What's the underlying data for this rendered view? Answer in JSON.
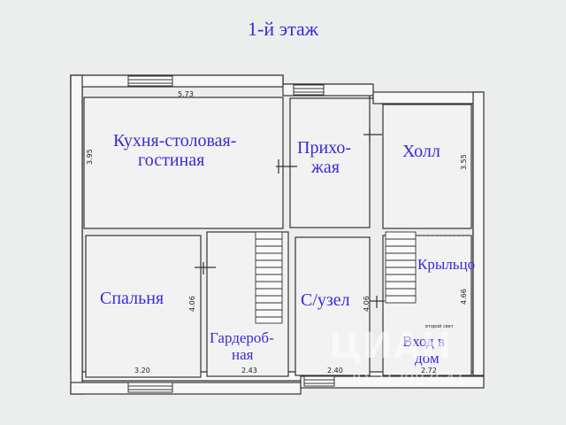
{
  "title": "1-й этаж",
  "rooms": {
    "kitchen_line1": "Кухня-столовая-",
    "kitchen_line2": "гостиная",
    "hall_entry_line1": "Прихо-",
    "hall_entry_line2": "жая",
    "hall": "Холл",
    "porch": "Крыльцо",
    "bedroom": "Спальня",
    "bathroom": "С/узел",
    "wardrobe_line1": "Гардероб-",
    "wardrobe_line2": "ная",
    "entrance_line1": "Вход в",
    "entrance_line2": "дом"
  },
  "dimensions": {
    "kitchen_width": "5.73",
    "kitchen_height": "3.95",
    "hall_height": "3.55",
    "bedroom_height": "4.06",
    "bathroom_height": "4.06",
    "porch_height": "4.66",
    "bedroom_width": "3.20",
    "wardrobe_width": "2.43",
    "bathroom_width": "2.40",
    "entrance_width": "2.72"
  },
  "note": "второй свет",
  "watermark": {
    "brand": "ЦИАН",
    "id": "ID 313987641"
  }
}
